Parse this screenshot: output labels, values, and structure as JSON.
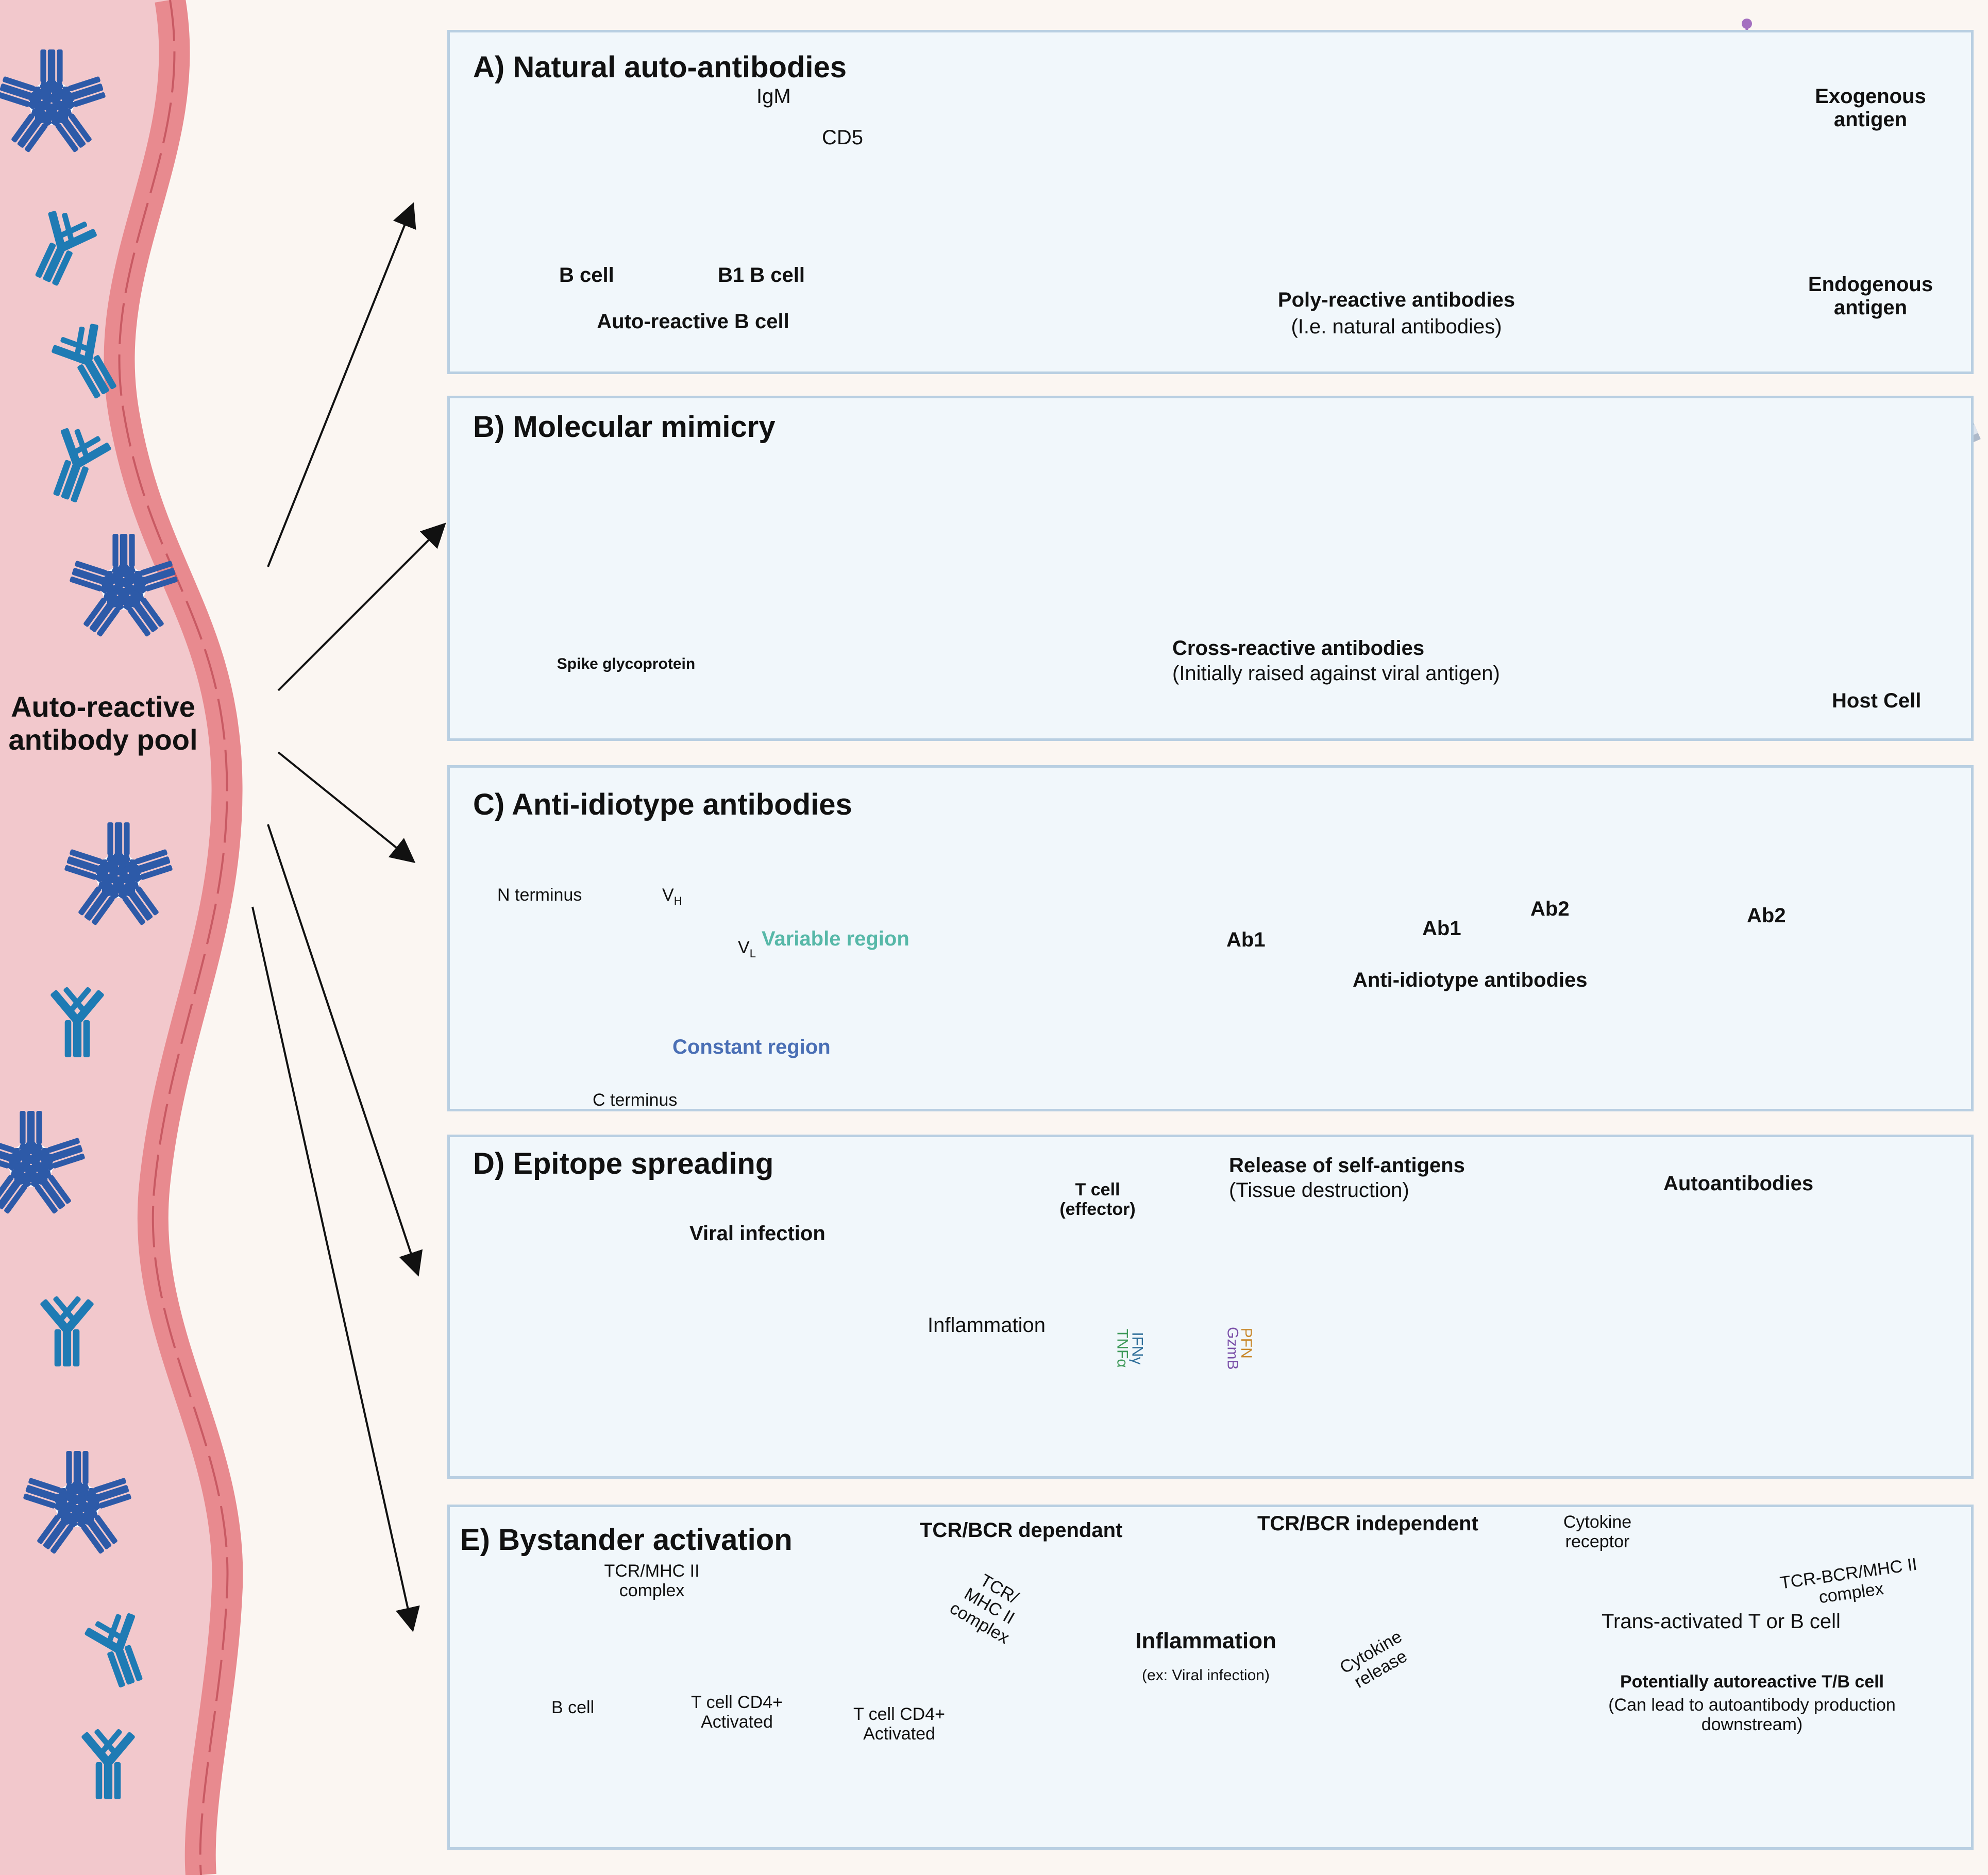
{
  "pool": {
    "label": "Auto-reactive antibody pool"
  },
  "colors": {
    "vessel": "#f2c8cc",
    "vessel_wall": "#e88a8f",
    "panel_bg": "#f1f7fb",
    "panel_border": "#b9cfe2",
    "antibody_blue": "#2d5aa8",
    "antibody_teal": "#1f7bb4",
    "antibody_purple": "#7b55a8"
  },
  "panels": {
    "a": {
      "title": "A) Natural auto-antibodies",
      "igm": "IgM",
      "cd5": "CD5",
      "b_cell": "B cell",
      "b1_cell": "B1 B cell",
      "autoreactive": "Auto-reactive B cell",
      "poly": "Poly-reactive antibodies",
      "poly_sub": "(I.e. natural antibodies)",
      "exogenous": "Exogenous\nantigen",
      "endogenous": "Endogenous\nantigen"
    },
    "b": {
      "title": "B) Molecular mimicry",
      "spike": "Spike glycoprotein",
      "cross": "Cross-reactive antibodies",
      "cross_sub": "(Initially raised against viral antigen)",
      "host": "Host Cell"
    },
    "c": {
      "title": "C) Anti-idiotype antibodies",
      "n_term": "N terminus",
      "vh": "V",
      "vh_sub": "H",
      "vl": "V",
      "vl_sub": "L",
      "variable": "Variable region",
      "constant": "Constant region",
      "c_term": "C terminus",
      "ab1_a": "Ab1",
      "ab1_b": "Ab1",
      "ab2_a": "Ab2",
      "ab2_b": "Ab2",
      "anti_idio": "Anti-idiotype antibodies"
    },
    "d": {
      "title": "D) Epitope spreading",
      "viral": "Viral infection",
      "inflammation": "Inflammation",
      "tcell": "T cell\n(effector)",
      "release": "Release of self-antigens",
      "release_sub": "(Tissue destruction)",
      "auto": "Autoantibodies",
      "ifn": "IFNγ",
      "tnf": "TNFα",
      "pfn": "PFN",
      "gzmb": "GzmB"
    },
    "e": {
      "title": "E) Bystander activation",
      "dep": "TCR/BCR dependant",
      "indep": "TCR/BCR independent",
      "tcrmhc": "TCR/MHC II\ncomplex",
      "bcell": "B cell",
      "cd4a": "T cell CD4+\nActivated",
      "cd4b": "T cell CD4+\nActivated",
      "tcrmhc2": "TCR/\nMHC II\ncomplex",
      "inflam": "Inflammation",
      "inflam_sub": "(ex: Viral infection)",
      "cytorel": "Cytokine\nrelease",
      "cytorec": "Cytokine\nreceptor",
      "tcrbcr": "TCR-BCR/MHC II\ncomplex",
      "trans": "Trans-activated T or B cell",
      "potential": "Potentially autoreactive T/B cell",
      "potential_sub": "(Can lead to autoantibody production\ndownstream)"
    }
  }
}
